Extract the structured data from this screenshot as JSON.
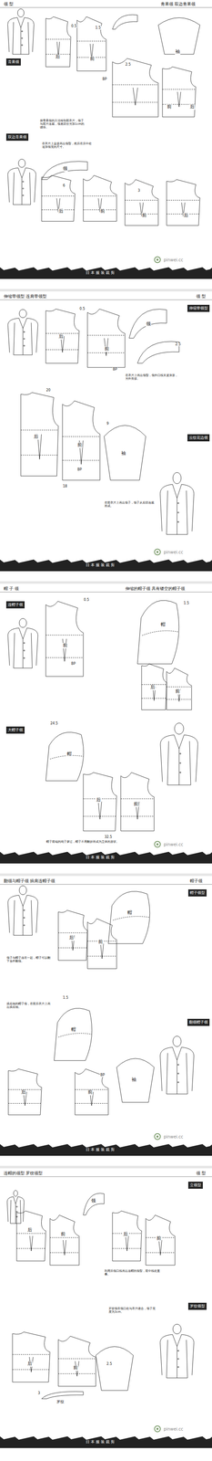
{
  "diagram": {
    "nodes": [
      {
        "text": [
          "青果领"
        ]
      },
      {
        "text": [
          "双边青果领"
        ]
      },
      {
        "text": [
          "伸缩带领型"
        ]
      },
      {
        "text": [
          "云纹花边领"
        ]
      },
      {
        "text": [
          "连帽子领"
        ]
      },
      {
        "text": [
          "大帽子领"
        ]
      },
      {
        "text": [
          "帽子领型"
        ]
      },
      {
        "text": [
          "翻领帽子领"
        ]
      },
      {
        "text": [
          "立领型"
        ]
      },
      {
        "text": [
          "罗纹领型"
        ]
      }
    ],
    "labels": [
      "领 型",
      "青果领 双边青果领",
      "后",
      "前",
      "袖",
      "0.5",
      "1.5",
      "2.5",
      "BP",
      "按青果领的方法绘制前衣片，领子与前片连裁，领底部分另加1cm的缝份。",
      "前",
      "后",
      "在衣片上直接画出领型，然后在后中处追加领宽的尺寸。",
      "领",
      "后",
      "前",
      "前",
      "后",
      "6",
      "3",
      "日本服装裁剪",
      "pinwei.cc",
      "伸缩带领型 连肩带领型",
      "领 型",
      "后",
      "前",
      "领",
      "0.5",
      "2.5",
      "BP",
      "在衣片上画出领型，领外口线呈波浪形，另外剪接。",
      "20",
      "18",
      "9",
      "后",
      "前",
      "袖",
      "BP",
      "在前衣片上画出领子，领子从肩部连裁而成。",
      "日本服装裁剪",
      "pinwei.cc",
      "帽 子 领",
      "伸缩的帽子领 具有镂空的帽子领",
      "前",
      "帽",
      "后",
      "前",
      "0.5",
      "1.5",
      "BP",
      "帽",
      "后",
      "前",
      "24.5",
      "32.5",
      "帽子前端的绳子穿过，帽子不用翻折而成为立体的形状。",
      "日本服装裁剪",
      "pinwei.cc",
      "翻领与帽子领 插肩连帽子领",
      "帽子领",
      "后",
      "前",
      "帽",
      "领子与帽子连在一起，帽子可以翻下当作翻领。",
      "帽",
      "后",
      "前",
      "袖",
      "插肩袖的帽子领，在前后衣片上画出插肩袖。",
      "BP",
      "1.5",
      "日本服装裁剪",
      "pinwei.cc",
      "连帽的领型 罗纹领型",
      "领 型",
      "后",
      "前",
      "领",
      "后",
      "前",
      "利用后领口线画出连帽的领型，前中线处重叠。",
      "后",
      "前",
      "罗纹",
      "罗纹领在领口处与衣片缝合，领子宽度为3cm。",
      "3",
      "2.5",
      "日本服装裁剪",
      "pinwei.cc"
    ]
  }
}
